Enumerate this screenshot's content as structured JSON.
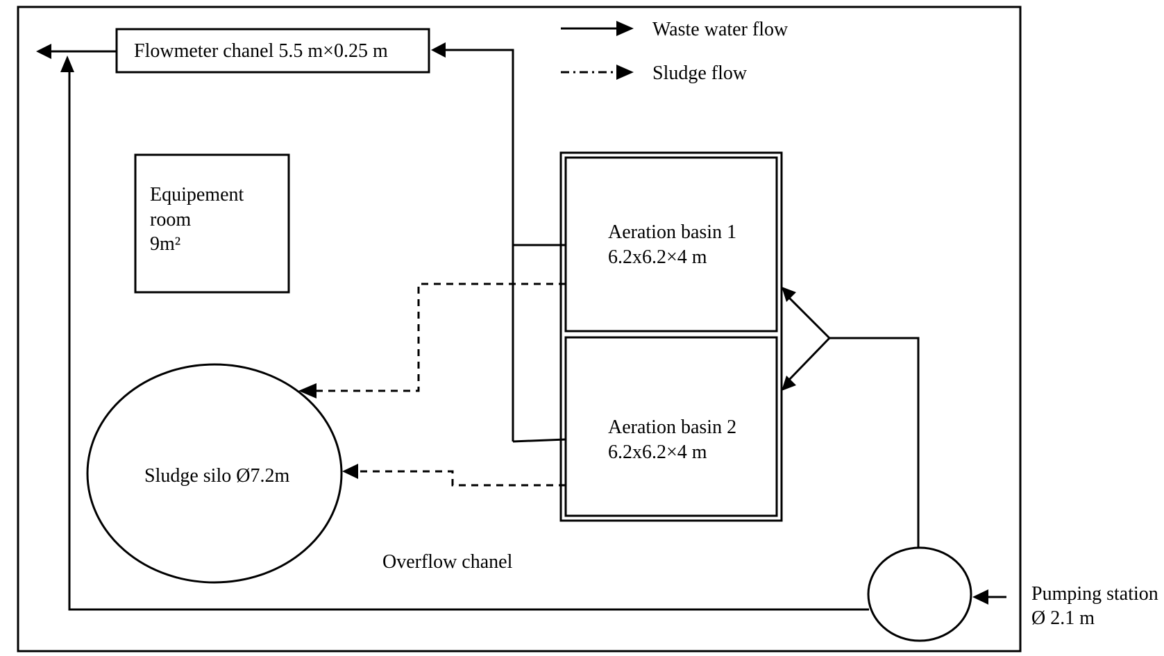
{
  "legend": {
    "waste_water": "Waste water flow",
    "sludge": "Sludge flow"
  },
  "flowmeter": {
    "label": "Flowmeter chanel 5.5 m×0.25 m"
  },
  "equipment_room": {
    "line1": "Equipement",
    "line2": "room",
    "line3": "9m²"
  },
  "basin1": {
    "line1": "Aeration basin 1",
    "line2": "6.2x6.2×4 m"
  },
  "basin2": {
    "line1": "Aeration basin 2",
    "line2": "6.2x6.2×4 m"
  },
  "sludge_silo": {
    "label": "Sludge silo Ø7.2m"
  },
  "overflow": {
    "label": "Overflow chanel"
  },
  "pumping_station": {
    "line1": "Pumping station",
    "line2": "Ø 2.1 m"
  }
}
